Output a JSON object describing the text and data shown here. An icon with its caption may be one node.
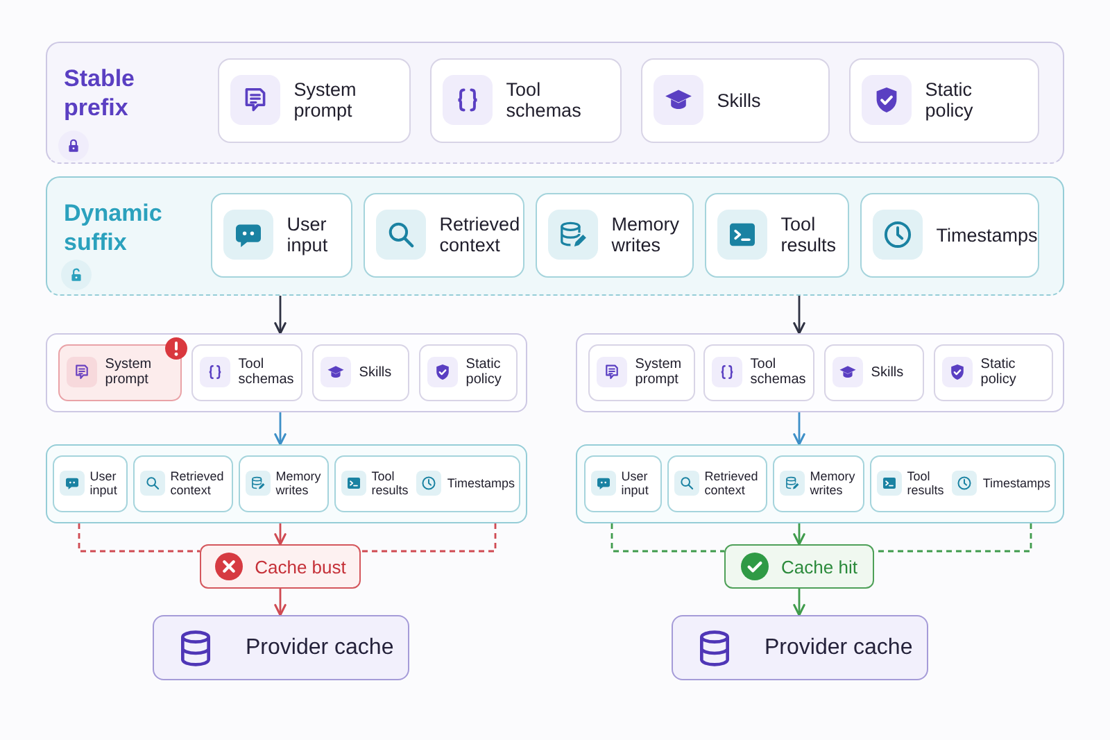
{
  "diagram": {
    "nodes": [
      {
        "text": [
          "Stable prefix"
        ]
      },
      {
        "text": [
          "System prompt"
        ],
        "in": 0
      },
      {
        "text": [
          "Tool schemas"
        ],
        "in": 0
      },
      {
        "text": [
          "Skills"
        ],
        "in": 0
      },
      {
        "text": [
          "Static policy"
        ],
        "in": 0
      },
      {
        "text": [
          "Dynamic suffix"
        ]
      },
      {
        "text": [
          "User input"
        ],
        "in": 5
      },
      {
        "text": [
          "Retrieved context"
        ],
        "in": 5
      },
      {
        "text": [
          "Memory writes"
        ],
        "in": 5
      },
      {
        "text": [
          "Tool results"
        ],
        "in": 5
      },
      {
        "text": [
          "Timestamps"
        ],
        "in": 5
      },
      {
        "text": [],
        "shape": "box"
      },
      {
        "text": [
          "System prompt"
        ],
        "in": 11
      },
      {
        "text": [
          "Tool schemas"
        ],
        "in": 11
      },
      {
        "text": [
          "Skills"
        ],
        "in": 11
      },
      {
        "text": [
          "Static policy"
        ],
        "in": 11
      },
      {
        "text": [],
        "shape": "box"
      },
      {
        "text": [
          "User input"
        ],
        "in": 16
      },
      {
        "text": [
          "Retrieved context"
        ],
        "in": 16
      },
      {
        "text": [
          "Memory writes"
        ],
        "in": 16
      },
      {
        "text": [
          "Tool results",
          "Timestamps"
        ],
        "in": 16
      },
      {
        "text": [
          "Cache bust"
        ]
      },
      {
        "text": [
          "Provider cache"
        ]
      },
      {
        "text": [],
        "shape": "box"
      },
      {
        "text": [
          "System prompt"
        ],
        "in": 23
      },
      {
        "text": [
          "Tool schemas"
        ],
        "in": 23
      },
      {
        "text": [
          "Skills"
        ],
        "in": 23
      },
      {
        "text": [
          "Static policy"
        ],
        "in": 23
      },
      {
        "text": [],
        "shape": "box"
      },
      {
        "text": [
          "User input"
        ],
        "in": 28
      },
      {
        "text": [
          "Retrieved context"
        ],
        "in": 28
      },
      {
        "text": [
          "Memory writes"
        ],
        "in": 28
      },
      {
        "text": [
          "Tool results",
          "Timestamps"
        ],
        "in": 28
      },
      {
        "text": [
          "Cache hit"
        ]
      },
      {
        "text": [
          "Provider cache"
        ]
      }
    ],
    "edges": [
      {
        "from": 5,
        "to": 11,
        "arrow": "to",
        "color": "#2e3142"
      },
      {
        "from": 5,
        "to": 23,
        "arrow": "to",
        "color": "#2e3142"
      },
      {
        "from": 11,
        "to": 16,
        "arrow": "to",
        "color": "#3d8fc7"
      },
      {
        "from": 16,
        "to": 21,
        "arrow": "to",
        "color": "#cf4a52"
      },
      {
        "from": 16,
        "to": 21,
        "arrow": "none",
        "style": "dashed",
        "color": "#cf4a52"
      },
      {
        "from": 16,
        "to": 21,
        "arrow": "none",
        "style": "dashed",
        "color": "#cf4a52"
      },
      {
        "from": 21,
        "to": 22,
        "arrow": "to",
        "color": "#cf4a52"
      },
      {
        "from": 23,
        "to": 28,
        "arrow": "to",
        "color": "#3d8fc7"
      },
      {
        "from": 28,
        "to": 33,
        "arrow": "to",
        "color": "#3f9b4c"
      },
      {
        "from": 28,
        "to": 33,
        "arrow": "none",
        "style": "dashed",
        "color": "#3f9b4c"
      },
      {
        "from": 28,
        "to": 33,
        "arrow": "none",
        "style": "dashed",
        "color": "#3f9b4c"
      },
      {
        "from": 33,
        "to": 34,
        "arrow": "to",
        "color": "#3f9b4c"
      }
    ]
  }
}
